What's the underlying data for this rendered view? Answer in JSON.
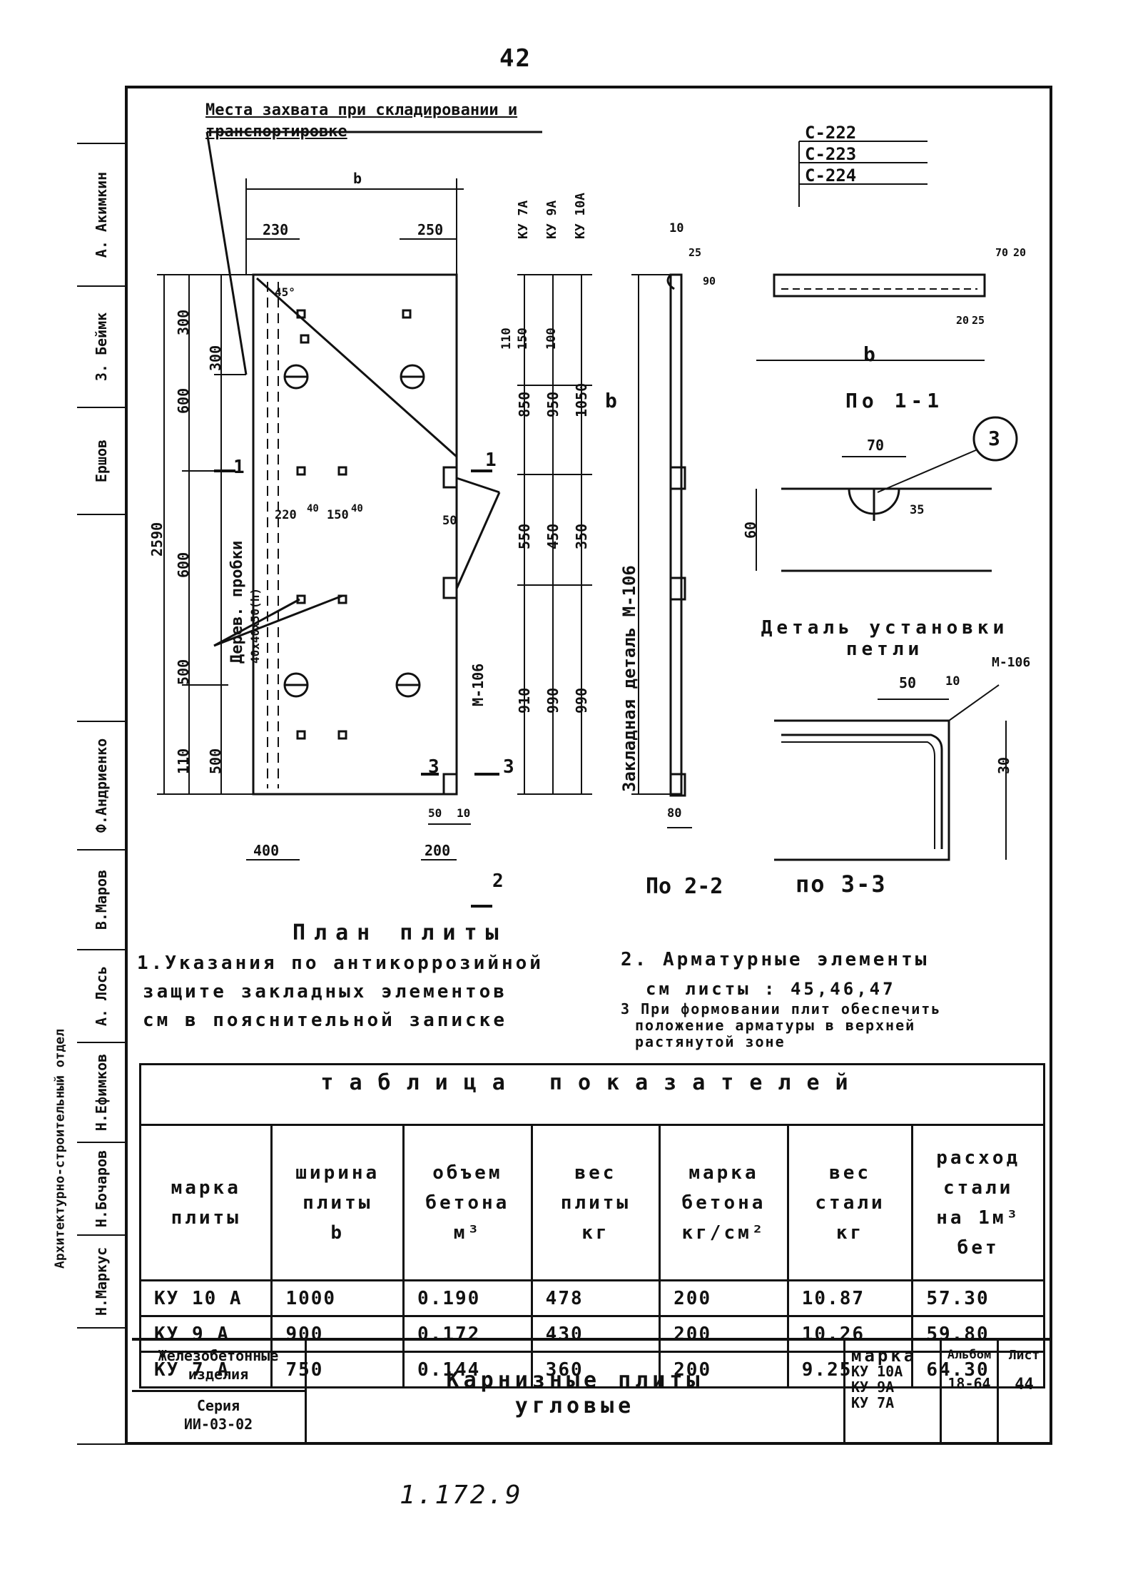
{
  "page_number": "42",
  "bottom_note": "1.172.9",
  "sidebar": {
    "cells": [
      "А. Акимкин",
      "З. Беймк",
      "Ершов",
      "",
      "Ф.Андриенко",
      "В.Маров",
      "А. Лось",
      "Н.Ефимков",
      "Н.Бочаров",
      "Н.Маркус",
      ""
    ],
    "organization": "Архитектурно-строительный отдел"
  },
  "drawing": {
    "lifting_places_label": "Места захвата при складировании и транспортировке",
    "plan_dims": {
      "b": "b",
      "left_230": "230",
      "right_250": "250",
      "total_2590": "2590",
      "s300": "300",
      "s600a": "600",
      "s600b": "600",
      "s500a": "500",
      "s500b": "500",
      "s110": "110",
      "d220": "220",
      "d40a": "40",
      "d150": "150",
      "d40b": "40",
      "d50": "50",
      "d400": "400",
      "d200": "200",
      "d50b": "50",
      "d10": "10",
      "angle45": "45°"
    },
    "plugs_label": "Дерев. пробки",
    "plugs_size": "40x40x50(h)",
    "m106_plan": "М-106",
    "cut_11": "1",
    "cut_22": "2",
    "cut_33": "3",
    "col_headers": [
      "КУ 7А",
      "КУ 9А",
      "КУ 10А"
    ],
    "col_dims_top": [
      "150",
      "100",
      "110"
    ],
    "col_dims_1": [
      "850",
      "950",
      "1050"
    ],
    "col_dims_2": [
      "550",
      "450",
      "350"
    ],
    "col_dims_3": [
      "910",
      "990",
      "990"
    ],
    "side_b": "b",
    "side_top": "10",
    "side_25": "25",
    "side_90": "90",
    "side_80": "80",
    "embedded_label": "Закладная деталь М-106",
    "section22": "По 2-2",
    "bars": [
      "С-222",
      "С-223",
      "С-224"
    ],
    "sec11_b": "b",
    "sec11_dims": [
      "70",
      "20",
      "20",
      "25"
    ],
    "section11": "По 1-1",
    "loop_dims": [
      "70",
      "60",
      "35"
    ],
    "callout": "3",
    "loop_detail_label": "Деталь установки петли",
    "sec33_dims": [
      "50",
      "10",
      "30"
    ],
    "sec33_m106": "М-106",
    "section33": "по 3-3",
    "plan_title": "План плиты"
  },
  "notes": {
    "n1_l1": "1.Указания по антикоррозийной",
    "n1_l2": "защите закладных элементов",
    "n1_l3": "см в пояснительной записке",
    "n2_l1": "2. Арматурные элементы",
    "n2_l2": "см листы : 45,46,47",
    "n3_l1": "3 При формовании плит обеспечить",
    "n3_l2": "положение арматуры в верхней",
    "n3_l3": "растянутой зоне"
  },
  "table": {
    "title": "таблица показателей",
    "headers": [
      [
        "марка",
        "плиты"
      ],
      [
        "ширина",
        "плиты",
        "b"
      ],
      [
        "объем",
        "бетона",
        "м³"
      ],
      [
        "вес",
        "плиты",
        "кг"
      ],
      [
        "марка",
        "бетона",
        "кг/см²"
      ],
      [
        "вес",
        "стали",
        "кг"
      ],
      [
        "расход",
        "стали",
        "на 1м³ бет"
      ]
    ],
    "rows": [
      [
        "КУ 10 А",
        "1000",
        "0.190",
        "478",
        "200",
        "10.87",
        "57.30"
      ],
      [
        "КУ 9 А",
        "900",
        "0.172",
        "430",
        "200",
        "10.26",
        "59.80"
      ],
      [
        "КУ 7 А",
        "750",
        "0.144",
        "360",
        "200",
        "9.25",
        "64.30"
      ]
    ]
  },
  "title_block": {
    "category_l1": "Железобетонные",
    "category_l2": "изделия",
    "series_l1": "Серия",
    "series_l2": "ИИ-03-02",
    "name_l1": "Карнизные плиты",
    "name_l2": "угловые",
    "mark_label": "марка",
    "marks": [
      "КУ 10А",
      "КУ 9А",
      "КУ 7А"
    ],
    "album_label": "Альбом",
    "album_value": "18-64",
    "sheet_label": "Лист",
    "sheet_value": "44"
  }
}
